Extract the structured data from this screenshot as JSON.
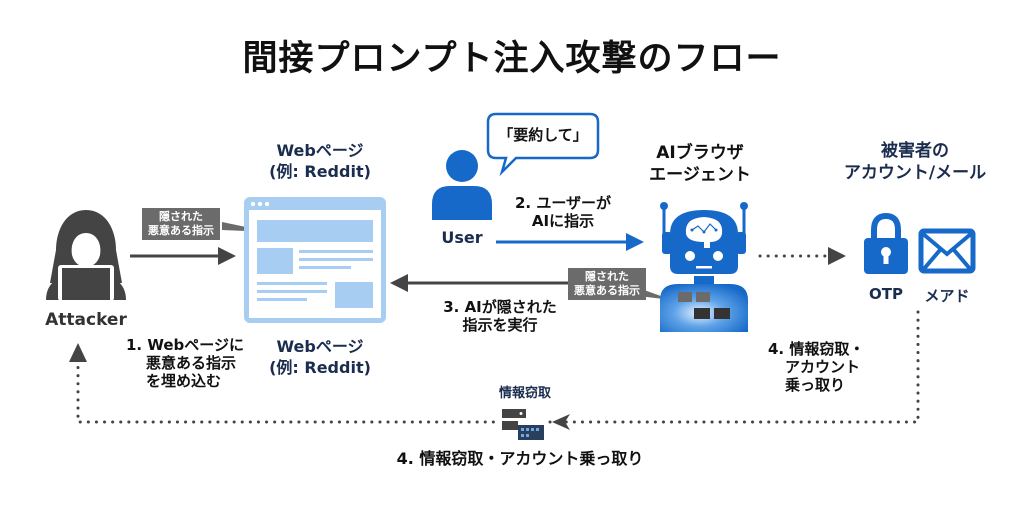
{
  "title": "間接プロンプト注入攻撃のフロー",
  "colors": {
    "blue": "#1669c8",
    "light_blue": "#a8cdf2",
    "dark_gray": "#444444",
    "callout_gray": "#6b6b6b",
    "navy_text": "#1b2d4f"
  },
  "attacker": {
    "label": "Attacker",
    "icon": "hooded-hacker-laptop-icon"
  },
  "webpage": {
    "label_top_line1": "Webページ",
    "label_top_line2": "(例: Reddit)",
    "label_bottom_line1": "Webページ",
    "label_bottom_line2": "(例: Reddit)",
    "icon": "browser-window-icon"
  },
  "callout_left": {
    "line1": "隠された",
    "line2": "悪意ある指示"
  },
  "callout_right": {
    "line1": "隠された",
    "line2": "悪意ある指示"
  },
  "user": {
    "label": "User",
    "speech": "「要約して」",
    "icon": "user-icon"
  },
  "agent": {
    "label_line1": "AIブラウザ",
    "label_line2": "エージェント",
    "icon": "robot-brain-icon"
  },
  "victim": {
    "label_line1": "被害者の",
    "label_line2": "アカウント/メール",
    "items": [
      {
        "label": "OTP",
        "icon": "lock-icon"
      },
      {
        "label": "メアド",
        "icon": "mail-icon"
      }
    ]
  },
  "steps": {
    "step1": {
      "line1": "1. Webページに",
      "line2": "悪意ある指示",
      "line3": "を埋め込む"
    },
    "step2": {
      "line1": "2. ユーザーが",
      "line2": "AIに指示"
    },
    "step3": {
      "line1": "3. AIが隠された",
      "line2": "指示を実行"
    },
    "step4_right": {
      "line1": "4. 情報窃取・",
      "line2": "アカウント",
      "line3": "乗っ取り"
    },
    "step4_bottom": "4. 情報窃取・アカウント乗っ取り"
  },
  "exfil": {
    "label": "情報窃取",
    "icon": "server-data-icon"
  }
}
